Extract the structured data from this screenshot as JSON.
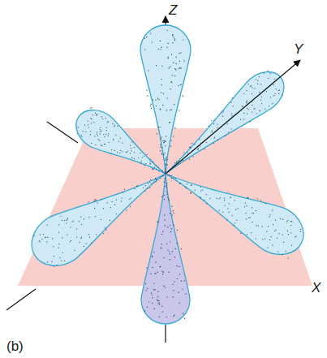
{
  "diagram": {
    "labels": [
      "Z",
      "Y",
      "X",
      "(b)"
    ]
  }
}
